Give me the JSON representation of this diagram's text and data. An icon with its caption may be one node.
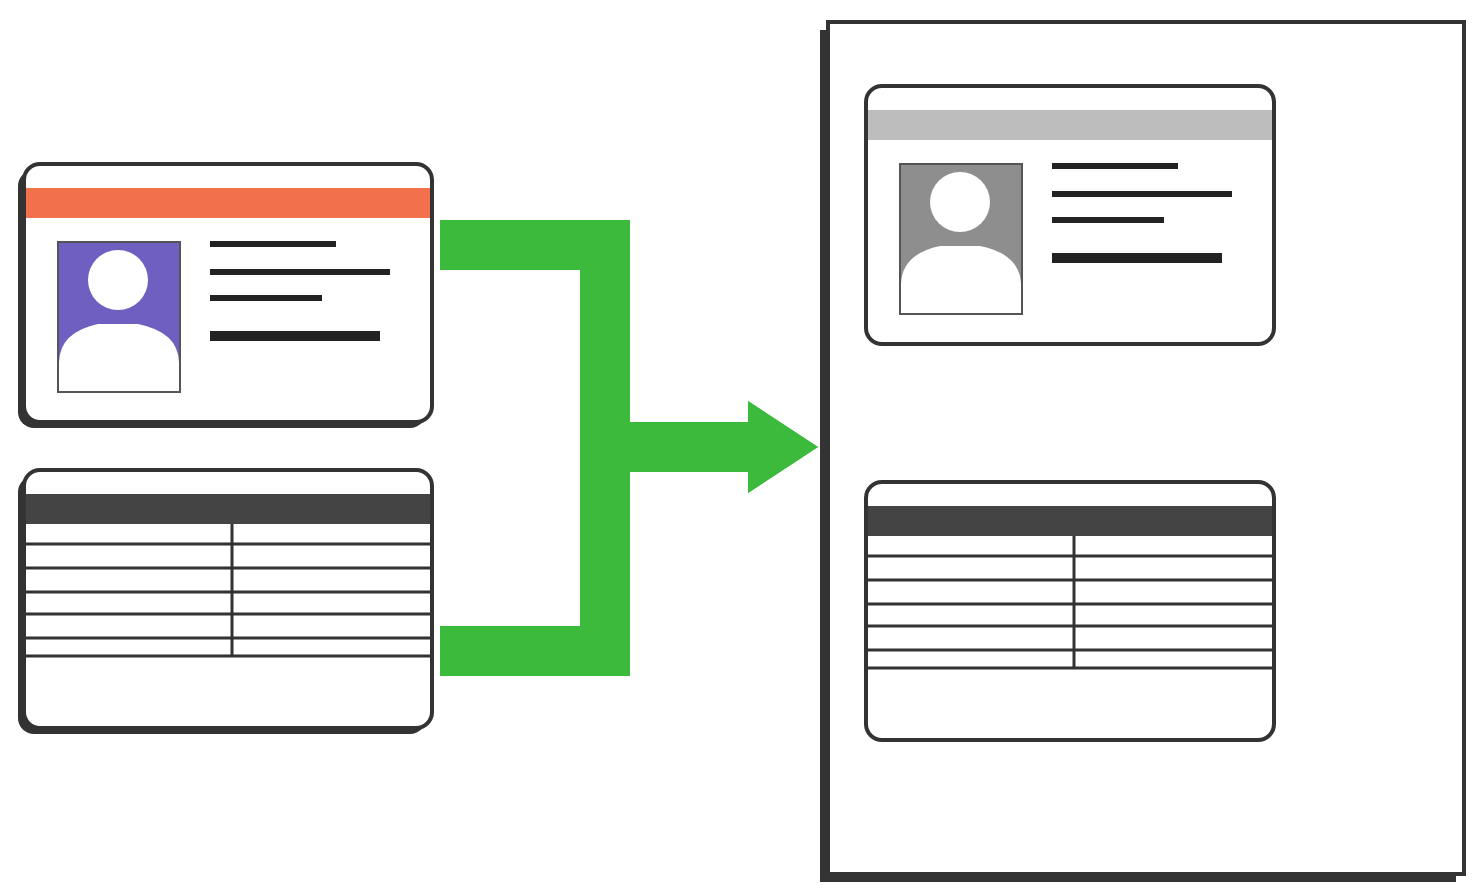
{
  "diagram": {
    "nodes": [
      {
        "text": [],
        "shape": "picture"
      },
      {
        "text": [],
        "shape": "picture"
      },
      {
        "text": [],
        "shape": "picture"
      },
      {
        "text": [],
        "shape": "picture",
        "in": 2
      },
      {
        "text": [],
        "shape": "picture",
        "in": 2
      }
    ],
    "edges": [
      {
        "from": 0,
        "to": 2,
        "arrow": "to"
      },
      {
        "from": 1,
        "to": 2,
        "arrow": "to"
      }
    ]
  }
}
